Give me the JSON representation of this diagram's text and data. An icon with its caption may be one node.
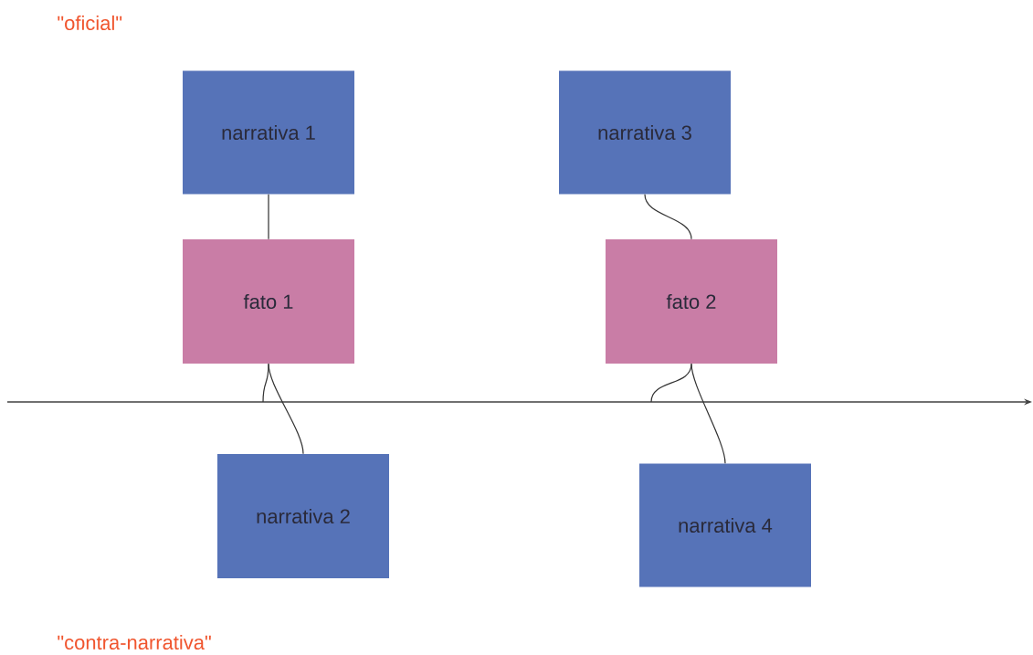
{
  "diagram": {
    "nodes": [
      {
        "text": [
          "narrativa 1"
        ]
      },
      {
        "text": [
          "narrativa 3"
        ]
      },
      {
        "text": [
          "fato 1"
        ]
      },
      {
        "text": [
          "fato 2"
        ]
      },
      {
        "text": [
          "narrativa 2"
        ]
      },
      {
        "text": [
          "narrativa 4"
        ]
      }
    ],
    "edges": [
      {
        "from": 0,
        "to": 2,
        "arrow": "none"
      },
      {
        "from": 2,
        "to": null,
        "arrow": "none"
      },
      {
        "from": 2,
        "to": 4,
        "arrow": "none"
      },
      {
        "from": 1,
        "to": 3,
        "arrow": "none"
      },
      {
        "from": 3,
        "to": null,
        "arrow": "none"
      },
      {
        "from": 3,
        "to": 5,
        "arrow": "none"
      }
    ],
    "labels": [
      "\"oficial\"",
      "\"contra-narrativa\""
    ]
  }
}
